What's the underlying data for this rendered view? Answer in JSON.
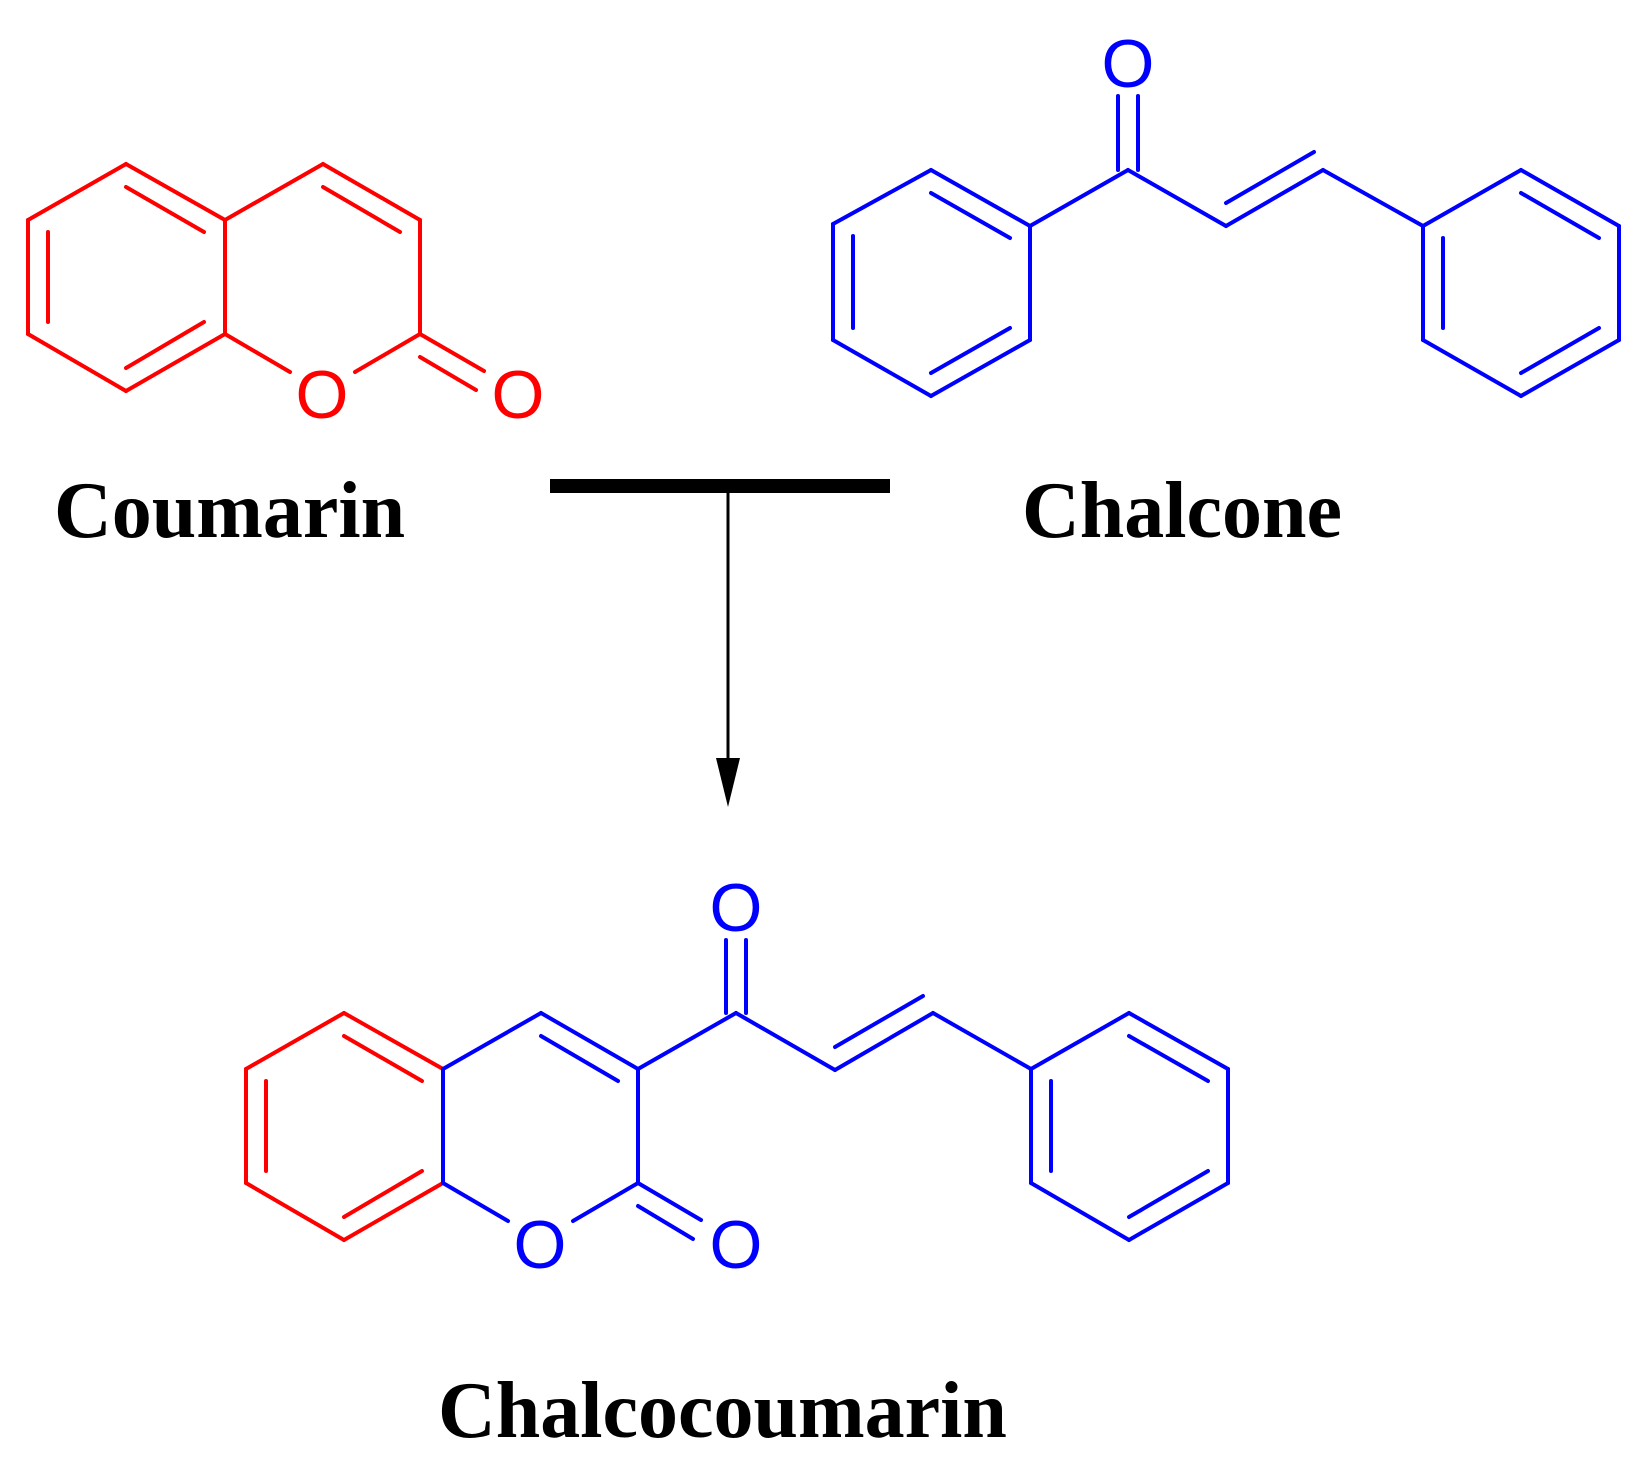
{
  "colors": {
    "coumarin": "#ff0000",
    "chalcone": "#0000ff",
    "text": "#000000",
    "arrow": "#000000"
  },
  "labels": {
    "coumarin": "Coumarin",
    "chalcone": "Chalcone",
    "chalcocoumarin": "Chalcocoumarin"
  },
  "atoms": {
    "oxygen": "O"
  }
}
